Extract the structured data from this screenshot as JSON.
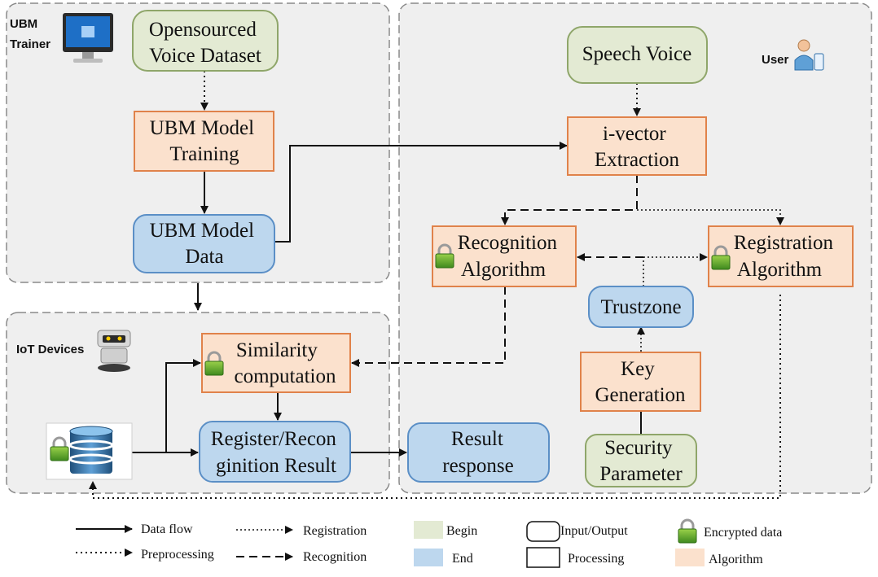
{
  "groups": {
    "ubm_trainer": {
      "label_lines": [
        "UBM",
        "Trainer"
      ]
    },
    "iot_devices": {
      "label": "IoT Devices"
    },
    "user": {
      "label": "User"
    }
  },
  "nodes": {
    "opensourced_voice_dataset": {
      "lines": [
        "Opensourced",
        "Voice Dataset"
      ]
    },
    "ubm_model_training": {
      "lines": [
        "UBM Model",
        "Training"
      ]
    },
    "ubm_model_data": {
      "lines": [
        "UBM Model",
        "Data"
      ]
    },
    "speech_voice": {
      "lines": [
        "Speech Voice"
      ]
    },
    "ivector_extraction": {
      "lines": [
        "i-vector",
        "Extraction"
      ]
    },
    "recognition_algorithm": {
      "lines": [
        "Recognition",
        "Algorithm"
      ]
    },
    "registration_algorithm": {
      "lines": [
        "Registration",
        "Algorithm"
      ]
    },
    "trustzone": {
      "lines": [
        "Trustzone"
      ]
    },
    "key_generation": {
      "lines": [
        "Key",
        "Generation"
      ]
    },
    "security_parameter": {
      "lines": [
        "Security",
        "Parameter"
      ]
    },
    "similarity_computation": {
      "lines": [
        "Similarity",
        "computation"
      ]
    },
    "register_recognition_result": {
      "lines": [
        "Register/Recon",
        "ginition Result"
      ]
    },
    "result_response": {
      "lines": [
        "Result",
        "response"
      ]
    }
  },
  "legend": {
    "data_flow": "Data flow",
    "preprocessing": "Preprocessing",
    "registration": "Registration",
    "recognition": "Recognition",
    "begin": "Begin",
    "end": "End",
    "input_output": "Input/Output",
    "processing": "Processing",
    "encrypted_data": "Encrypted data",
    "algorithm": "Algorithm"
  },
  "colors": {
    "begin_fill": "#e3ead3",
    "begin_stroke": "#8fa66a",
    "end_fill": "#bdd7ee",
    "end_stroke": "#5b8fc6",
    "algorithm_fill": "#fbe1cd",
    "algorithm_stroke": "#e0824a",
    "group_fill": "#efefef",
    "group_stroke": "#8a8a8a"
  }
}
